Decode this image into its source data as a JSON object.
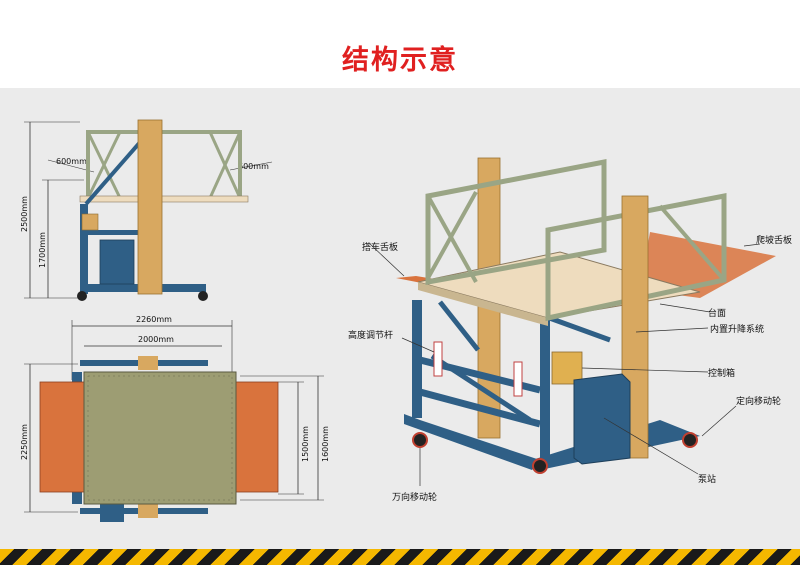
{
  "header": {
    "title": "结构示意"
  },
  "side_view": {
    "dim_total_height": "2500mm",
    "dim_platform_height": "1700mm",
    "dim_left_ramp": "600mm",
    "dim_right_ramp": "600mm"
  },
  "top_view": {
    "dim_overall_length": "2260mm",
    "dim_platform_length": "2000mm",
    "dim_overall_width": "2250mm",
    "dim_platform_width": "1500mm",
    "dim_frame_width": "1600mm"
  },
  "perspective_view": {
    "callouts": {
      "boarding_tongue": "搭车舌板",
      "ramp_tongue": "爬坡舌板",
      "platform": "台面",
      "lift_system": "内置升降系统",
      "height_rod": "高度调节杆",
      "control_box": "控制箱",
      "fixed_wheel": "定向移动轮",
      "pump_station": "泵站",
      "swivel_wheel": "万向移动轮"
    }
  },
  "colors": {
    "title": "#e02020",
    "frame_blue": "#2f5f86",
    "rail_green": "#9aa585",
    "column_tan": "#d8a860",
    "platform_cream": "#eedcbe",
    "ramp_orange": "#d9733d",
    "deck_olive": "#9d9d73"
  }
}
